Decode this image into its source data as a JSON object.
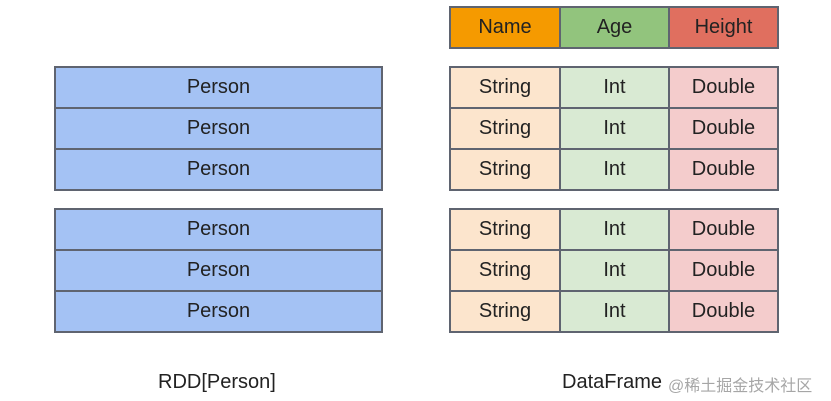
{
  "rdd": {
    "groups": [
      [
        "Person",
        "Person",
        "Person"
      ],
      [
        "Person",
        "Person",
        "Person"
      ]
    ],
    "caption": "RDD[Person]"
  },
  "dataframe": {
    "headers": [
      "Name",
      "Age",
      "Height"
    ],
    "groups": [
      [
        [
          "String",
          "Int",
          "Double"
        ],
        [
          "String",
          "Int",
          "Double"
        ],
        [
          "String",
          "Int",
          "Double"
        ]
      ],
      [
        [
          "String",
          "Int",
          "Double"
        ],
        [
          "String",
          "Int",
          "Double"
        ],
        [
          "String",
          "Int",
          "Double"
        ]
      ]
    ],
    "caption": "DataFrame"
  },
  "watermark": "@稀土掘金技术社区",
  "colors": {
    "rdd_fill": "#a4c2f4",
    "header_name": "#f59a00",
    "header_age": "#92c47d",
    "header_height": "#e06f5f",
    "string_fill": "#fce5cd",
    "int_fill": "#d9ead3",
    "double_fill": "#f4cccc",
    "border": "#5f6470"
  }
}
